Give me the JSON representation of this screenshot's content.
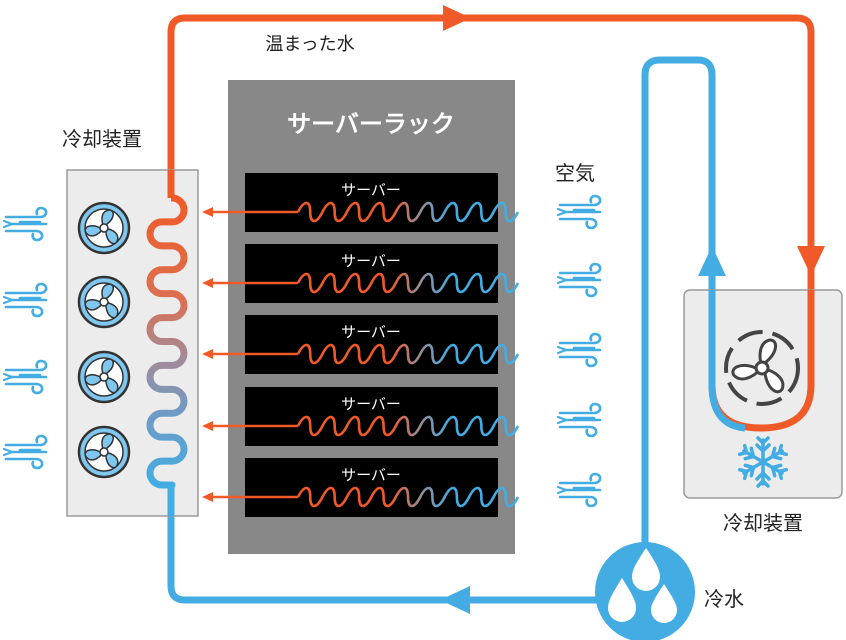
{
  "labels": {
    "warm_water": "温まった水",
    "server_rack": "サーバーラック",
    "cooling_unit_left": "冷却装置",
    "cooling_unit_right": "冷却装置",
    "air": "空気",
    "cold_water": "冷水",
    "servers": [
      "サーバー",
      "サーバー",
      "サーバー",
      "サーバー",
      "サーバー"
    ]
  },
  "colors": {
    "hot": "#f05a28",
    "cold": "#43ace3",
    "rack": "#888888",
    "server": "#000000",
    "unit_fill": "#ececec",
    "unit_stroke": "#9a9a9a"
  },
  "icons": {
    "fan": "fan-icon",
    "wind": "wind-icon",
    "snowflake": "snowflake-icon",
    "water_drops": "water-drops-icon"
  }
}
